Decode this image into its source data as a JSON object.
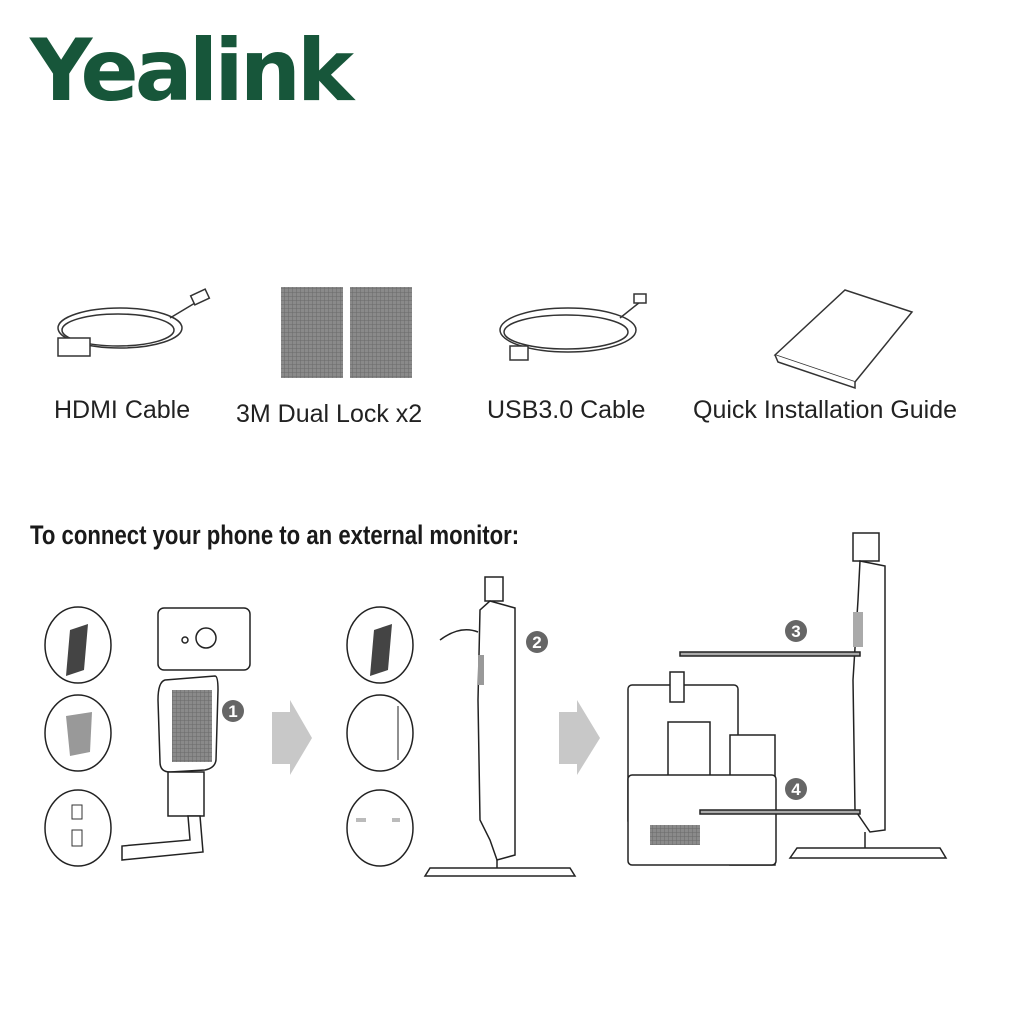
{
  "logo": {
    "text": "Yealink",
    "color": "#17563a"
  },
  "package_contents": [
    {
      "label": "HDMI Cable",
      "icon": "hdmi-cable-icon"
    },
    {
      "label": "3M Dual Lock x2",
      "icon": "dual-lock-icon"
    },
    {
      "label": "USB3.0 Cable",
      "icon": "usb-cable-icon"
    },
    {
      "label": "Quick Installation Guide",
      "icon": "booklet-icon"
    }
  ],
  "instructions": {
    "heading": "To connect your phone to an external monitor:",
    "steps": [
      "1",
      "2",
      "3",
      "4"
    ]
  }
}
